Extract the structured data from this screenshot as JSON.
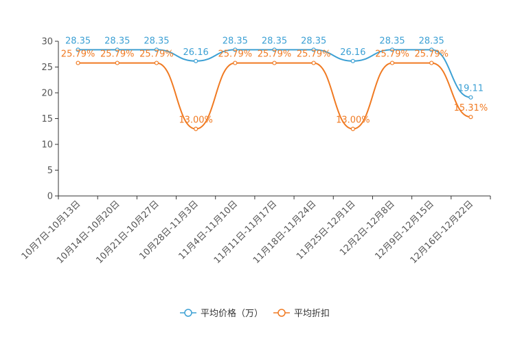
{
  "chart_data": {
    "type": "line",
    "categories": [
      "10月7日-10月13日",
      "10月14日-10月20日",
      "10月21日-10月27日",
      "10月28日-11月3日",
      "11月4日-11月10日",
      "11月11日-11月17日",
      "11月18日-11月24日",
      "11月25日-12月1日",
      "12月2日-12月8日",
      "12月9日-12月15日",
      "12月16日-12月22日"
    ],
    "series": [
      {
        "name": "平均价格（万）",
        "color": "#3ca0d4",
        "values": [
          28.35,
          28.35,
          28.35,
          26.16,
          28.35,
          28.35,
          28.35,
          26.16,
          28.35,
          28.35,
          19.11
        ],
        "labels": [
          "28.35",
          "28.35",
          "28.35",
          "26.16",
          "28.35",
          "28.35",
          "28.35",
          "26.16",
          "28.35",
          "28.35",
          "19.11"
        ]
      },
      {
        "name": "平均折扣",
        "color": "#f07a22",
        "values": [
          25.79,
          25.79,
          25.79,
          13.0,
          25.79,
          25.79,
          25.79,
          13.0,
          25.79,
          25.79,
          15.31
        ],
        "labels": [
          "25.79%",
          "25.79%",
          "25.79%",
          "13.00%",
          "25.79%",
          "25.79%",
          "25.79%",
          "13.00%",
          "25.79%",
          "25.79%",
          "15.31%"
        ]
      }
    ],
    "ylim": [
      0,
      30
    ],
    "yticks": [
      0,
      5,
      10,
      15,
      20,
      25,
      30
    ],
    "legend": "bottom-center",
    "grid": false,
    "smooth": true
  }
}
